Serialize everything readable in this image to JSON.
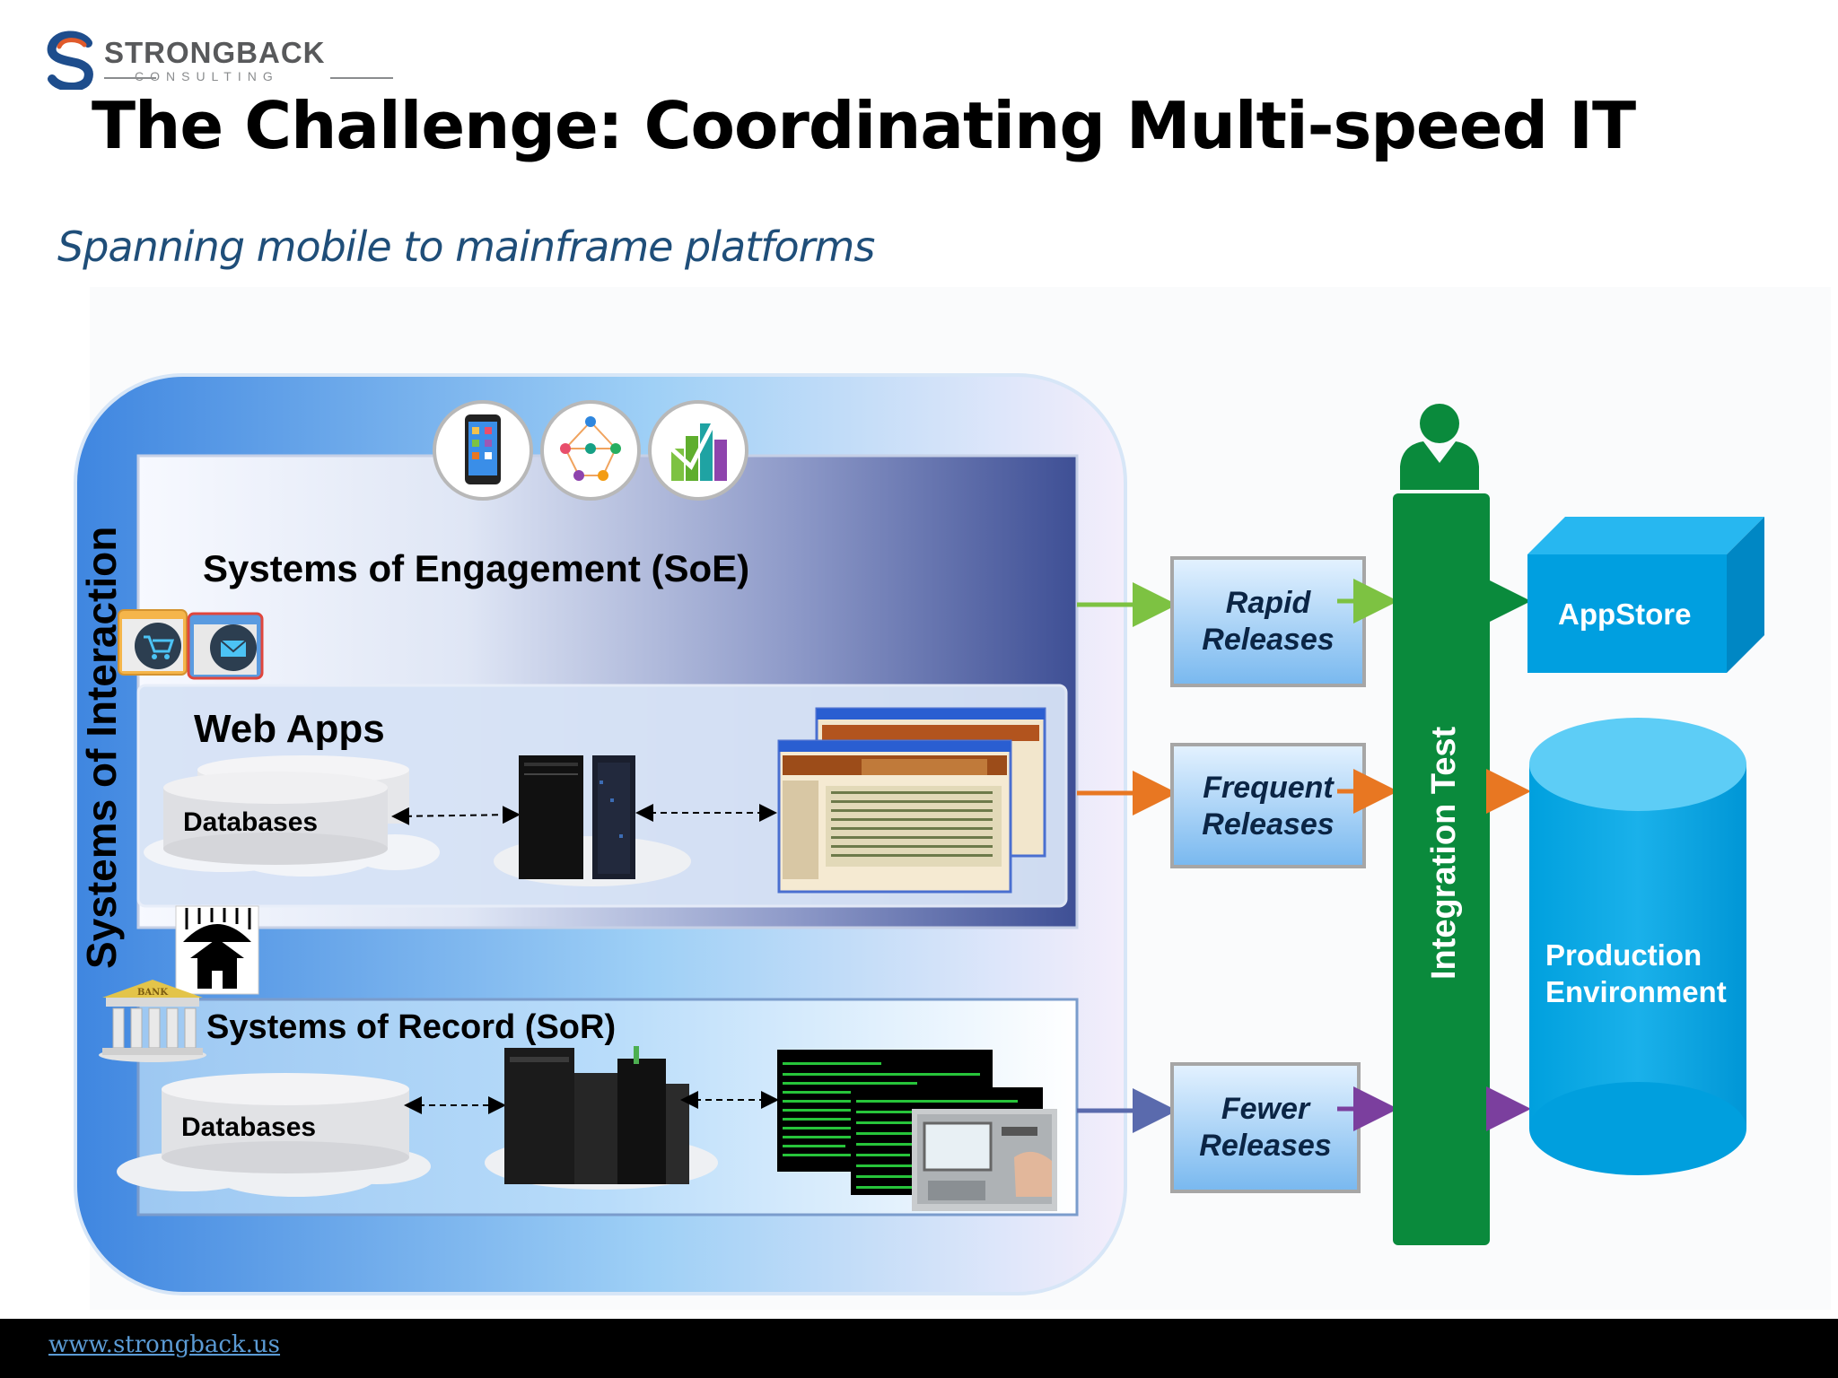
{
  "logo": {
    "name": "STRONGBACK",
    "tagline": "CONSULTING"
  },
  "title": "The Challenge: Coordinating Multi-speed IT",
  "subtitle": "Spanning mobile to mainframe platforms",
  "diagram": {
    "systems_of_interaction": "Systems of Interaction",
    "soe": {
      "label": "Systems of Engagement (SoE)"
    },
    "web_apps": {
      "label": "Web Apps",
      "db_label": "Databases"
    },
    "sor": {
      "label": "Systems of Record (SoR)",
      "db_label": "Databases"
    },
    "releases": {
      "rapid": [
        "Rapid",
        "Releases"
      ],
      "frequent": [
        "Frequent",
        "Releases"
      ],
      "fewer": [
        "Fewer",
        "Releases"
      ]
    },
    "integration_test": "Integration Test",
    "appstore": "AppStore",
    "production": [
      "Production",
      "Environment"
    ],
    "bank_sign": "BANK",
    "colors": {
      "rapid_arrow": "#7dc242",
      "frequent_arrow": "#e87722",
      "fewer_arrow": "#5a6aad",
      "fewer_arrow_right": "#7b3f9e",
      "integration": "#0a8a3c",
      "target": "#00a3e0",
      "outer_frame": "#4a90e2"
    }
  },
  "footer": {
    "link": "www.strongback.us"
  }
}
